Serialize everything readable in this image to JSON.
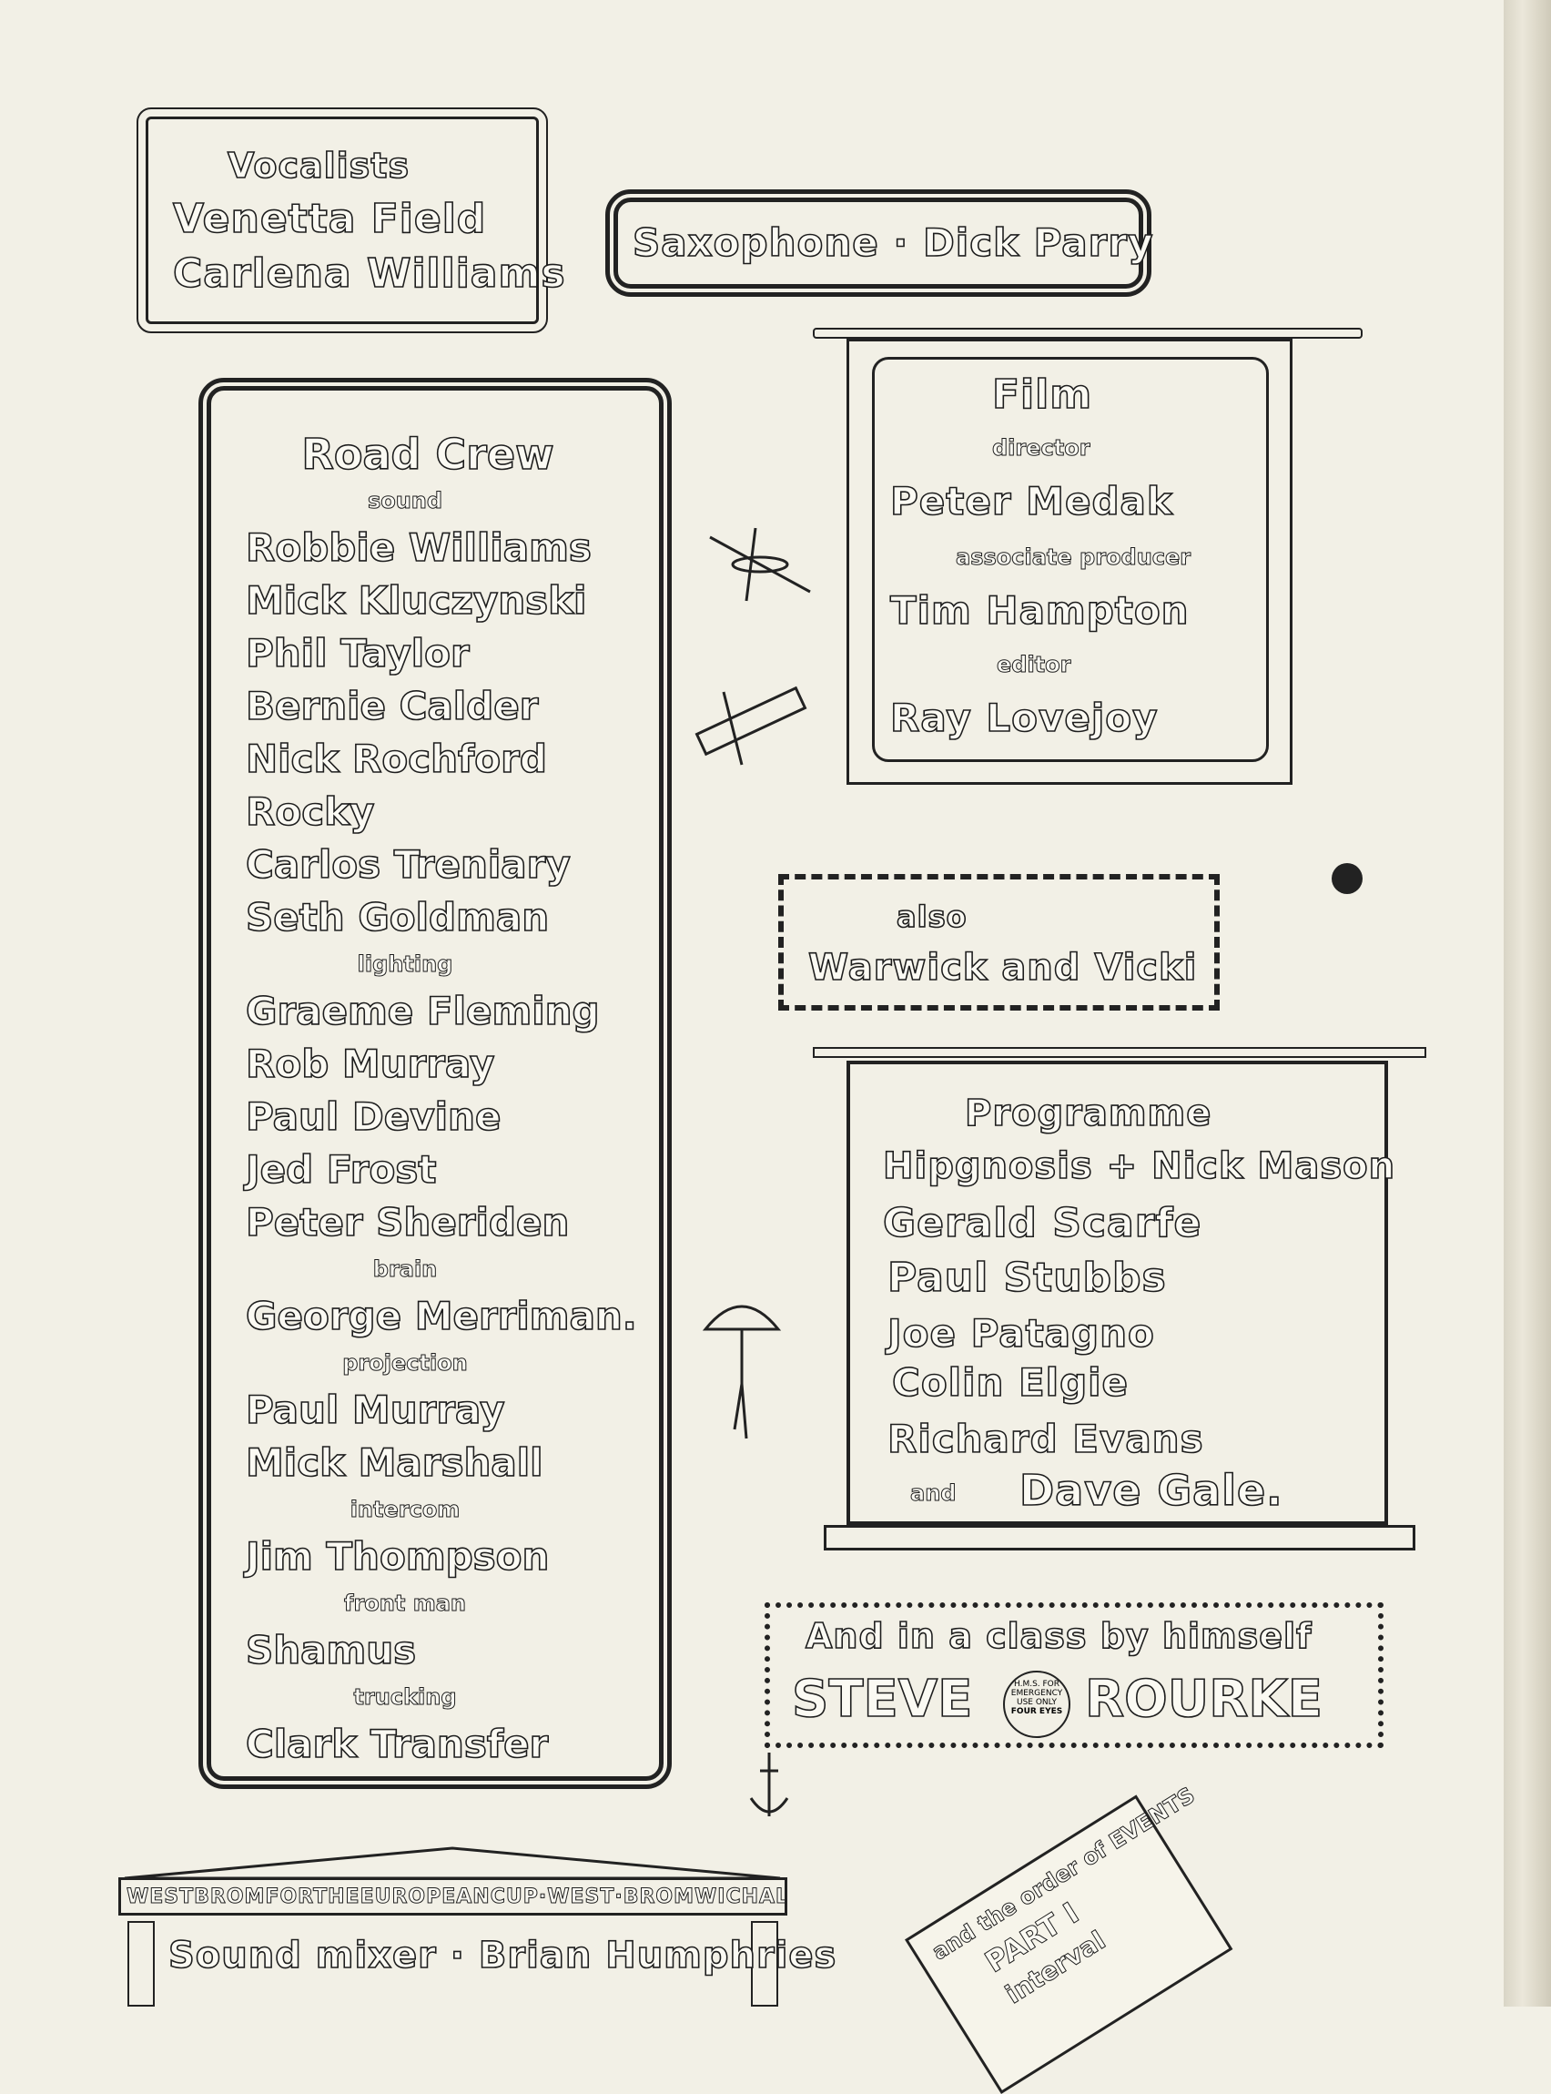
{
  "vocalists": {
    "title": "Vocalists",
    "names": [
      "Venetta Field",
      "Carlena Williams"
    ]
  },
  "saxophone": "Saxophone · Dick Parry",
  "film": {
    "title": "Film",
    "roles": [
      {
        "role": "director",
        "name": "Peter Medak"
      },
      {
        "role": "associate producer",
        "name": "Tim Hampton"
      },
      {
        "role": "editor",
        "name": "Ray Lovejoy"
      }
    ]
  },
  "road_crew": {
    "title": "Road Crew",
    "entries": [
      {
        "t": "r",
        "v": "sound"
      },
      {
        "t": "n",
        "v": "Robbie Williams"
      },
      {
        "t": "n",
        "v": "Mick Kluczynski"
      },
      {
        "t": "n",
        "v": "Phil Taylor"
      },
      {
        "t": "n",
        "v": "Bernie Calder"
      },
      {
        "t": "n",
        "v": "Nick Rochford"
      },
      {
        "t": "n",
        "v": "Rocky"
      },
      {
        "t": "n",
        "v": "Carlos Treniary"
      },
      {
        "t": "n",
        "v": "Seth Goldman"
      },
      {
        "t": "r",
        "v": "lighting"
      },
      {
        "t": "n",
        "v": "Graeme Fleming"
      },
      {
        "t": "n",
        "v": "Rob Murray"
      },
      {
        "t": "n",
        "v": "Paul Devine"
      },
      {
        "t": "n",
        "v": "Jed Frost"
      },
      {
        "t": "n",
        "v": "Peter Sheriden"
      },
      {
        "t": "r",
        "v": "brain"
      },
      {
        "t": "n",
        "v": "George Merriman."
      },
      {
        "t": "r",
        "v": "projection"
      },
      {
        "t": "n",
        "v": "Paul Murray"
      },
      {
        "t": "n",
        "v": "Mick Marshall"
      },
      {
        "t": "r",
        "v": "intercom"
      },
      {
        "t": "n",
        "v": "Jim Thompson"
      },
      {
        "t": "r",
        "v": "front man"
      },
      {
        "t": "n",
        "v": "Shamus"
      },
      {
        "t": "r",
        "v": "trucking"
      },
      {
        "t": "n",
        "v": "Clark Transfer"
      }
    ]
  },
  "also": {
    "label": "also",
    "names": "Warwick and Vicki"
  },
  "programme": {
    "title": "Programme",
    "names": [
      "Hipgnosis + Nick Mason",
      "Gerald Scarfe",
      "Paul Stubbs",
      "Joe Patagno",
      "Colin Elgie",
      "Richard Evans"
    ],
    "last_prefix": "and",
    "last": "Dave Gale."
  },
  "rourke": {
    "line": "And in a class by himself",
    "first": "STEVE",
    "last": "ROURKE",
    "badge_outer": "H.M.S. FOR EMERGENCY USE ONLY",
    "badge_inner": "FOUR EYES"
  },
  "temple": {
    "frieze": "WESTBROMFORTHEEUROPEANCUP·WEST·BROMWICHALBION",
    "label": "Sound mixer · Brian Humphries"
  },
  "events": {
    "title": "and the order of EVENTS",
    "part1": "PART I",
    "interval": "interval"
  }
}
